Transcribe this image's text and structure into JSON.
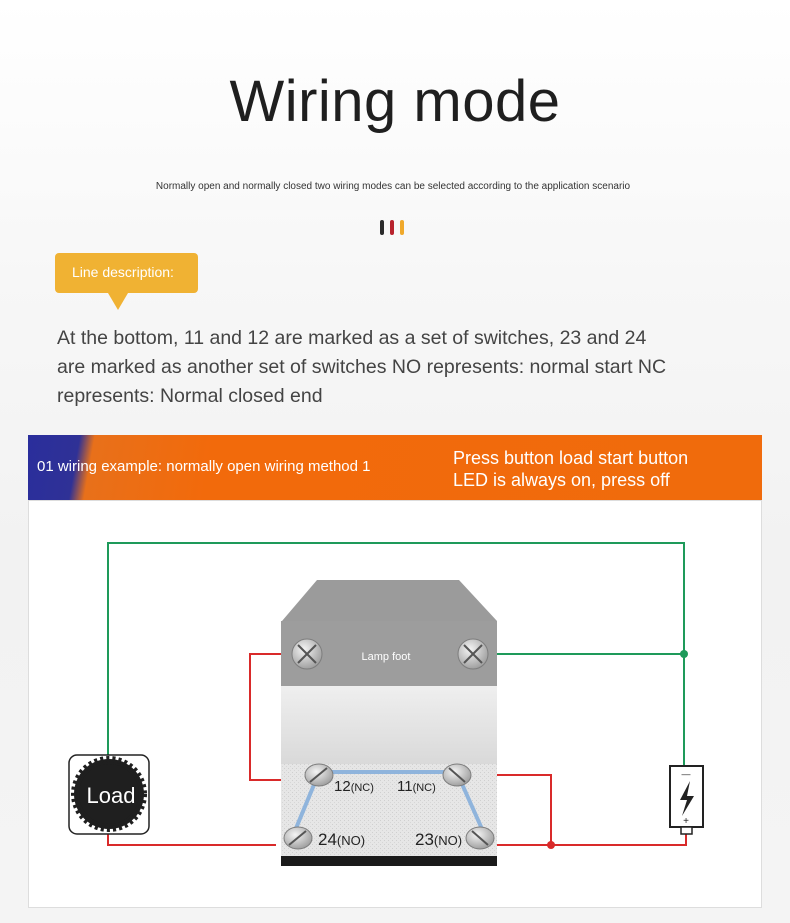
{
  "header": {
    "title": "Wiring mode",
    "subtitle": "Normally open and normally closed two wiring modes can be selected according to the application scenario",
    "dot_colors": [
      "#2b2b2b",
      "#b8232d",
      "#f0a92b"
    ]
  },
  "callout": {
    "label": "Line description:",
    "color": "#f0b233"
  },
  "description": "At the bottom, 11 and 12 are marked as a set of switches, 23 and 24 are marked as another set of switches NO represents: normal start NC represents: Normal closed end",
  "banner": {
    "left_text": "01 wiring example: normally open wiring method 1",
    "right_line1": "Press button load start button",
    "right_line2": "LED is always on, press off",
    "colors": {
      "blue": "#2f3196",
      "orange": "#f26a0b"
    }
  },
  "diagram": {
    "lamp_label": "Lamp foot",
    "load_label": "Load",
    "terminals": {
      "t12": {
        "num": "12",
        "tag": "(NC)"
      },
      "t11": {
        "num": "11",
        "tag": "(NC)"
      },
      "t24": {
        "num": "24",
        "tag": "(NO)"
      },
      "t23": {
        "num": "23",
        "tag": "(NO)"
      }
    },
    "battery": {
      "minus": "—",
      "plus": "+"
    },
    "wire_colors": {
      "green": "#1e9a5a",
      "red": "#d92a2a",
      "blue": "#8fb4dc"
    }
  }
}
